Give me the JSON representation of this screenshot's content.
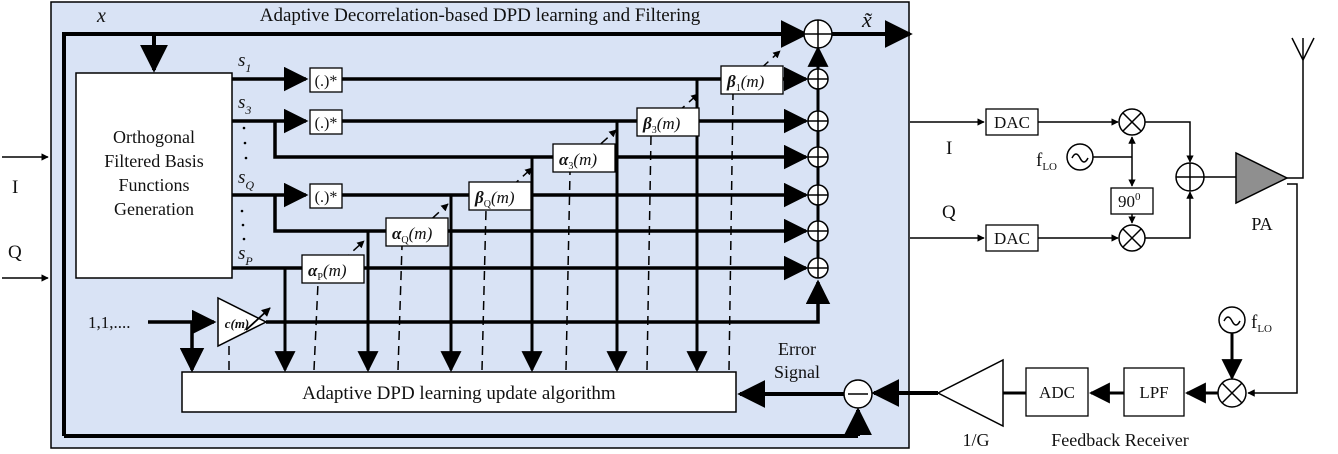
{
  "title": "Adaptive Decorrelation-based DPD learning and Filtering",
  "inputs": {
    "x": "x",
    "i": "I",
    "q": "Q",
    "ones": "1,1,...."
  },
  "output": {
    "x_tilde": "x̃"
  },
  "obfg": {
    "lines": [
      "Orthogonal",
      "Filtered Basis",
      "Functions",
      "Generation"
    ]
  },
  "signals": {
    "s1": {
      "base": "s",
      "sub": "1"
    },
    "s3": {
      "base": "s",
      "sub": "3"
    },
    "sq": {
      "base": "s",
      "sub": "Q"
    },
    "sp": {
      "base": "s",
      "sub": "P"
    }
  },
  "conj_label": "(.)*",
  "coefficients": {
    "beta1": {
      "sym": "β",
      "sub": "1",
      "arg": "(m)"
    },
    "beta3": {
      "sym": "β",
      "sub": "3",
      "arg": "(m)"
    },
    "alpha3": {
      "sym": "α",
      "sub": "3",
      "arg": "(m)"
    },
    "betaq": {
      "sym": "β",
      "sub": "Q",
      "arg": "(m)"
    },
    "alphaq": {
      "sym": "α",
      "sub": "Q",
      "arg": "(m)"
    },
    "alphap": {
      "sym": "α",
      "sub": "P",
      "arg": "(m)"
    }
  },
  "gain_label": "c(m)",
  "update_label": "Adaptive DPD learning update algorithm",
  "error_signal": [
    "Error",
    "Signal"
  ],
  "tx": {
    "i": "I",
    "q": "Q",
    "dac": "DAC",
    "flo": {
      "base": "f",
      "sub": "LO"
    },
    "phase_shift": {
      "base": "90",
      "sup": "0"
    },
    "pa": "PA"
  },
  "feedback": {
    "flo": {
      "base": "f",
      "sub": "LO"
    },
    "lpf": "LPF",
    "adc": "ADC",
    "attenuator": "1/G",
    "receiver_label": "Feedback Receiver"
  },
  "colors": {
    "panel_fill": "#d9e3f5",
    "stroke": "#000000",
    "pa_fill": "#8f8f8f"
  }
}
